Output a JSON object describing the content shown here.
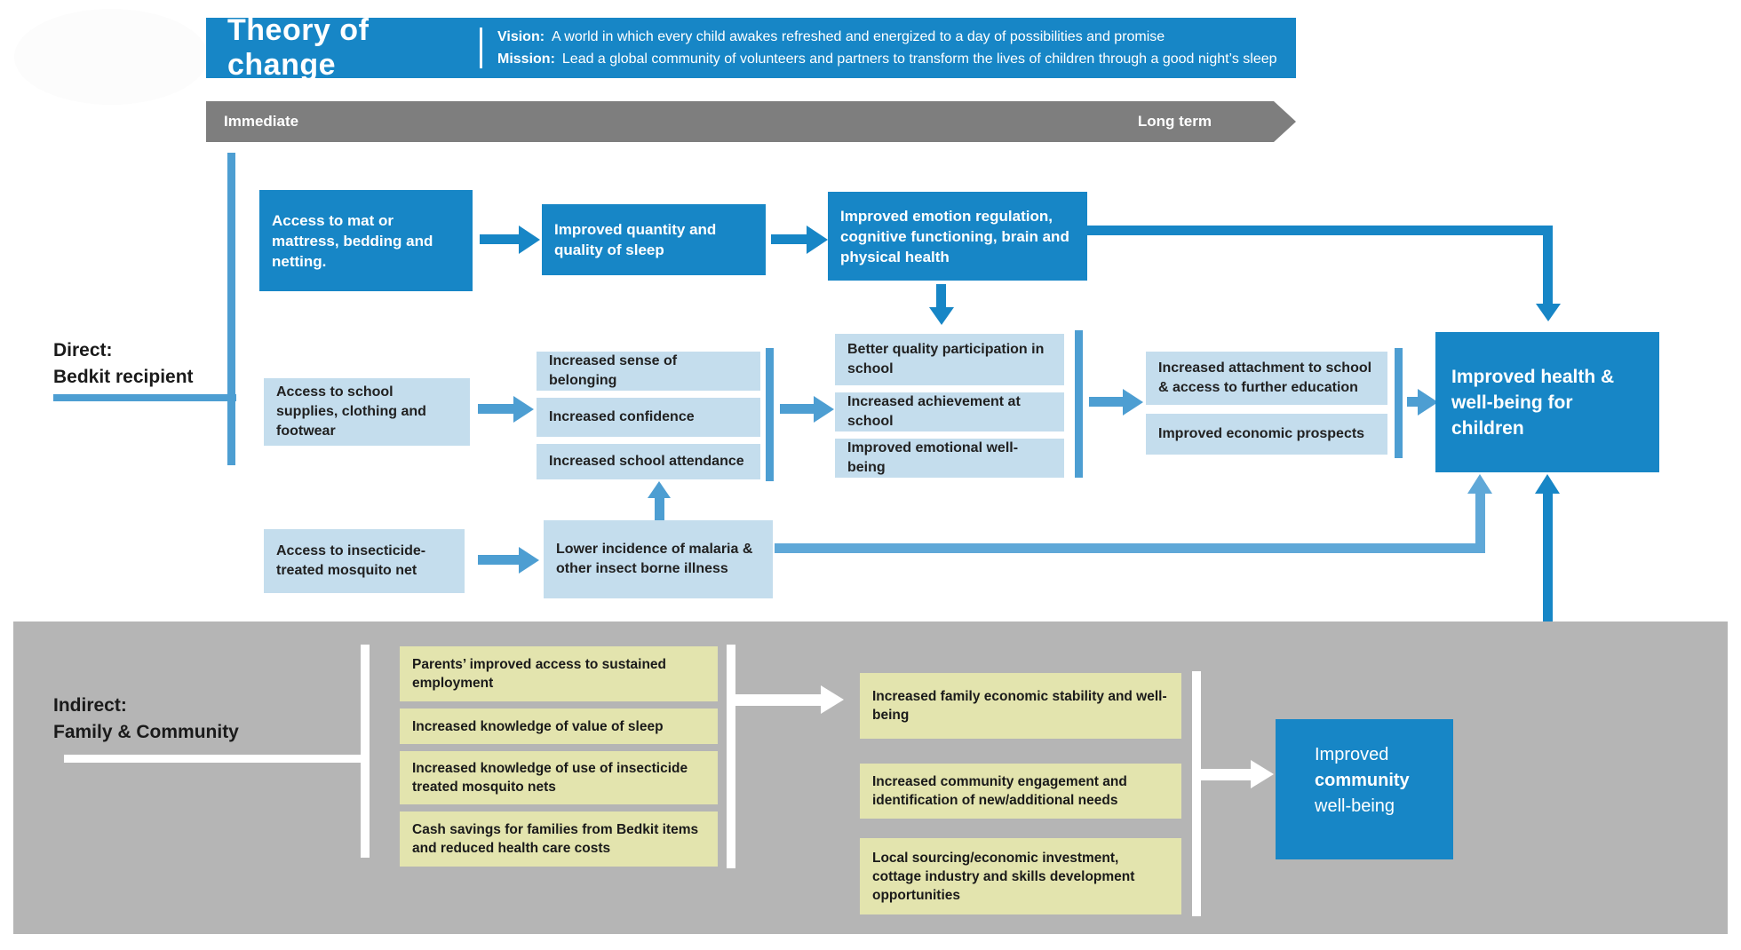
{
  "header": {
    "title": "Theory of change",
    "vision_label": "Vision:",
    "vision_text": "A world in which every child awakes refreshed and energized to a day of possibilities and promise",
    "mission_label": "Mission:",
    "mission_text": "Lead a global community of volunteers and partners to transform the lives of children through a good night’s sleep"
  },
  "timeline": {
    "left": "Immediate",
    "right": "Long term"
  },
  "direct": {
    "label_line1": "Direct:",
    "label_line2": "Bedkit recipient",
    "row1": [
      "Access to mat or mattress, bedding and netting.",
      "Improved quantity and quality of sleep",
      "Improved emotion regulation, cognitive functioning, brain and physical health"
    ],
    "row2_input": "Access to school supplies, clothing and footwear",
    "row2_stack1": [
      "Increased sense of belonging",
      "Increased confidence",
      "Increased school attendance"
    ],
    "row2_stack2": [
      "Better quality participation in school",
      "Increased achievement at school",
      "Improved emotional well-being"
    ],
    "row2_stack3": [
      "Increased attachment to school & access to further education",
      "Improved economic prospects"
    ],
    "row3_input": "Access to insecticide-treated mosquito net",
    "row3_outcome": "Lower incidence of malaria & other insect borne illness",
    "final_outcome": "Improved health & well-being for children"
  },
  "indirect": {
    "label_line1": "Indirect:",
    "label_line2": "Family & Community",
    "stack1": [
      "Parents’ improved access to sustained employment",
      "Increased knowledge of value of sleep",
      "Increased knowledge of use of insecticide treated mosquito nets",
      "Cash savings for families from Bedkit items and reduced health care costs"
    ],
    "stack2": [
      "Increased family economic stability and well-being",
      "Increased community engagement and identification of new/additional needs",
      "Local sourcing/economic investment, cottage industry and skills development opportunities"
    ],
    "outcome_line1": "Improved",
    "outcome_line2": "community",
    "outcome_line3": "well-being"
  },
  "colors": {
    "primary_blue": "#1786c6",
    "medium_blue": "#4d9ed2",
    "light_blue_box": "#c4dded",
    "khaki_box": "#e3e4ae",
    "timeline_gray": "#7e7e7e",
    "section_gray": "#b5b5b5"
  }
}
